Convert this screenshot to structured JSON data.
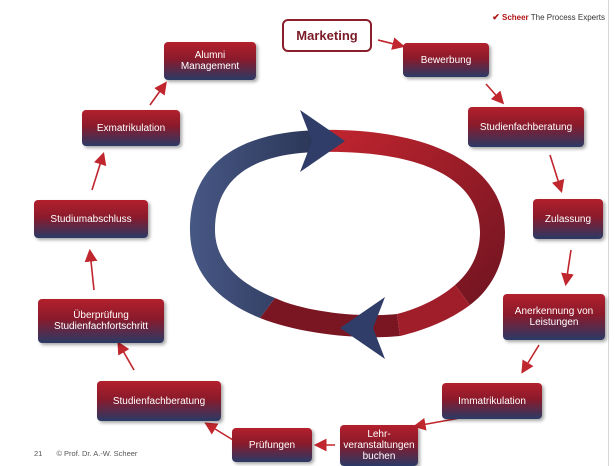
{
  "brand": {
    "logo_mark": "✔",
    "name": "Scheer",
    "tagline": "The Process Experts"
  },
  "center": "Marketing",
  "steps": [
    "Bewerbung",
    "Studienfachberatung",
    "Zulassung",
    "Anerkennung von Leistungen",
    "Immatrikulation",
    "Lehr-veranstaltungen buchen",
    "Prüfungen",
    "Studienfachberatung",
    "Überprüfung Studienfachfortschritt",
    "Studiumabschluss",
    "Exmatrikulation",
    "Alumni Management"
  ],
  "footer": {
    "page": "21",
    "copyright": "© Prof. Dr. A.-W. Scheer"
  },
  "colors": {
    "red": "#a51d2a",
    "navy": "#2d3b66",
    "arrow": "#c0262d"
  }
}
